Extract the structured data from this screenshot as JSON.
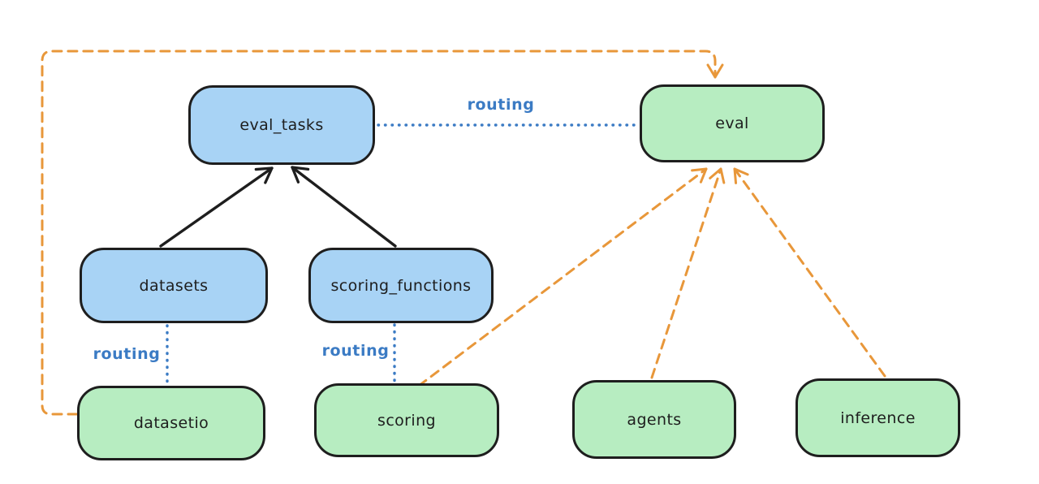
{
  "diagram": {
    "nodes": [
      {
        "id": "eval_tasks",
        "label": "eval_tasks",
        "color": "blue"
      },
      {
        "id": "eval",
        "label": "eval",
        "color": "green"
      },
      {
        "id": "datasets",
        "label": "datasets",
        "color": "blue"
      },
      {
        "id": "scoring_functions",
        "label": "scoring_functions",
        "color": "blue"
      },
      {
        "id": "datasetio",
        "label": "datasetio",
        "color": "green"
      },
      {
        "id": "scoring",
        "label": "scoring",
        "color": "green"
      },
      {
        "id": "agents",
        "label": "agents",
        "color": "green"
      },
      {
        "id": "inference",
        "label": "inference",
        "color": "green"
      }
    ],
    "edges": [
      {
        "from": "datasets",
        "to": "eval_tasks",
        "style": "solid-arrow",
        "color": "black",
        "label": ""
      },
      {
        "from": "scoring_functions",
        "to": "eval_tasks",
        "style": "solid-arrow",
        "color": "black",
        "label": ""
      },
      {
        "from": "eval_tasks",
        "to": "eval",
        "style": "dotted",
        "color": "blue",
        "label": "routing"
      },
      {
        "from": "datasets",
        "to": "datasetio",
        "style": "dotted",
        "color": "blue",
        "label": "routing"
      },
      {
        "from": "scoring_functions",
        "to": "scoring",
        "style": "dotted",
        "color": "blue",
        "label": "routing"
      },
      {
        "from": "datasetio",
        "to": "eval",
        "style": "dashed-arrow",
        "color": "orange",
        "label": ""
      },
      {
        "from": "scoring",
        "to": "eval",
        "style": "dashed-arrow",
        "color": "orange",
        "label": ""
      },
      {
        "from": "agents",
        "to": "eval",
        "style": "dashed-arrow",
        "color": "orange",
        "label": ""
      },
      {
        "from": "inference",
        "to": "eval",
        "style": "dashed-arrow",
        "color": "orange",
        "label": ""
      }
    ],
    "colors": {
      "node_blue_fill": "#a8d3f5",
      "node_green_fill": "#b7edc1",
      "stroke_black": "#1e1e1e",
      "routing_blue": "#3b7bc4",
      "dashed_orange": "#e8973a",
      "background": "#ffffff"
    }
  }
}
